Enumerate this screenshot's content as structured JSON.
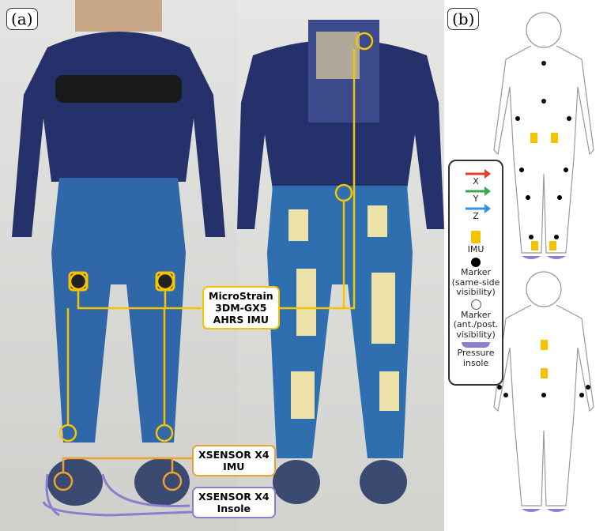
{
  "panels": {
    "a": "(a)",
    "b": "(b)"
  },
  "callouts": {
    "imu_main": [
      "MicroStrain",
      "3DM-GX5",
      "AHRS IMU"
    ],
    "xsensor_imu": [
      "XSENSOR X4",
      "IMU"
    ],
    "xsensor_insole": [
      "XSENSOR X4",
      "Insole"
    ]
  },
  "legend": {
    "x": "X",
    "y": "Y",
    "z": "Z",
    "imu": "IMU",
    "marker_same": [
      "Marker",
      "(same-side",
      "visibility)"
    ],
    "marker_ant": [
      "Marker",
      "(ant./post.",
      "visibility)"
    ],
    "insole": [
      "Pressure",
      "insole"
    ]
  },
  "colors": {
    "imu_yellow": "#f5c400",
    "xsensor_orange": "#f0a030",
    "insole_purple": "#8a7fcf",
    "axis_x": "#e0402a",
    "axis_y": "#3aa84a",
    "axis_z": "#3a90e0"
  }
}
